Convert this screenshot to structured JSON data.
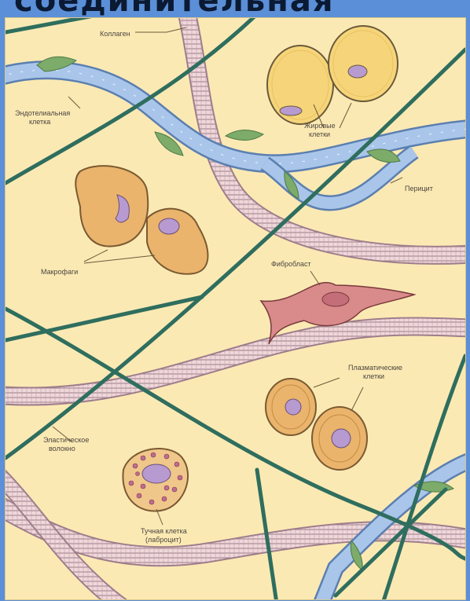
{
  "title": "соединительная",
  "labels": {
    "collagen": "Коллаген",
    "endothelial_1": "Эндотелиальная",
    "endothelial_2": "клетка",
    "fat_1": "Жировые",
    "fat_2": "клетки",
    "pericyte": "Перицит",
    "macrophages": "Макрофаги",
    "fibroblast": "Фибробласт",
    "plasma_1": "Плазматические",
    "plasma_2": "клетки",
    "elastic_1": "Эластическое",
    "elastic_2": "волокно",
    "mast_1": "Тучная клетка",
    "mast_2": "(лаброцит)"
  },
  "colors": {
    "background": "#fbe9b4",
    "frame": "#5b8fd8",
    "elastic_fiber": "#2f6e5e",
    "vessel": "#a9c6ea",
    "pericyte": "#7dab6a",
    "collagen": "#e9c9cf",
    "fat_cell": "#f6d57a",
    "macrophage": "#eab46c",
    "fibroblast": "#d98a8a",
    "nucleus": "#b69ad0"
  }
}
